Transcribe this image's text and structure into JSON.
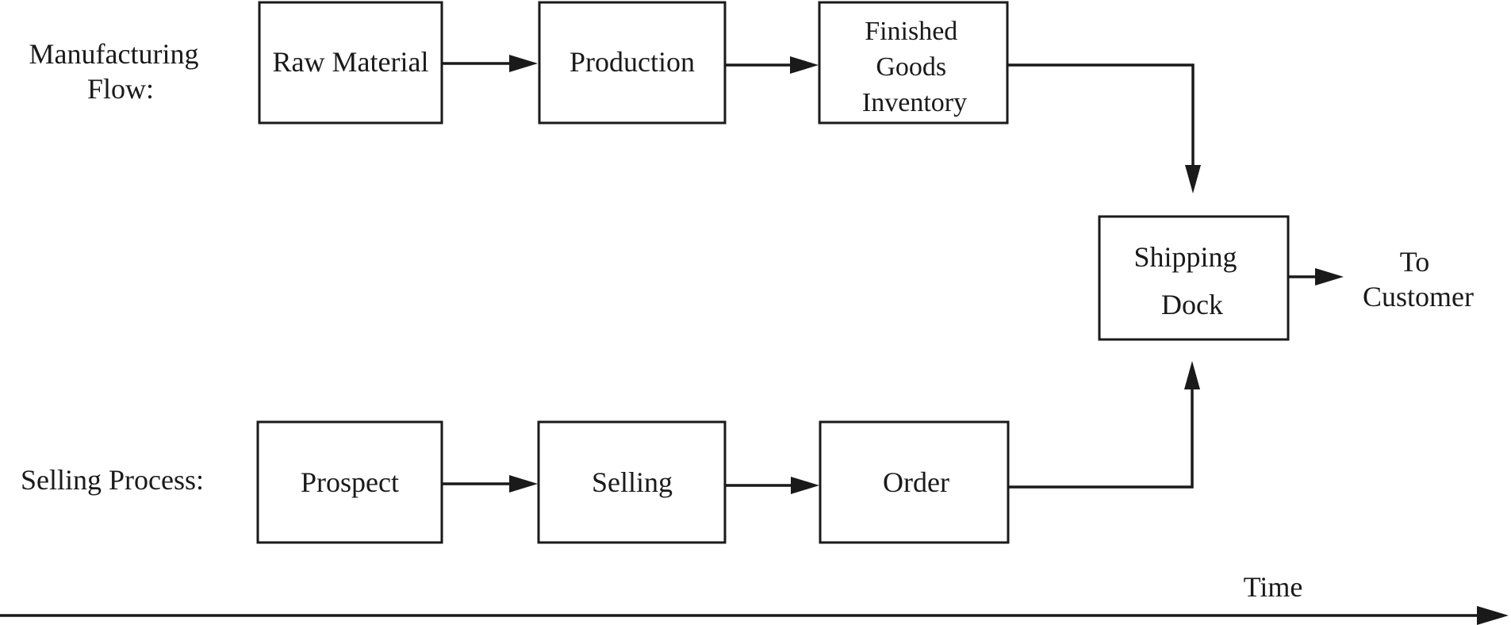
{
  "row_labels": {
    "manufacturing": [
      "Manufacturing",
      "Flow:"
    ],
    "selling": [
      "Selling Process:"
    ]
  },
  "boxes": {
    "raw_material": [
      "Raw Material"
    ],
    "production": [
      "Production"
    ],
    "finished_goods": [
      "Finished",
      "Goods",
      "Inventory"
    ],
    "shipping_dock": [
      "Shipping",
      "Dock"
    ],
    "prospect": [
      "Prospect"
    ],
    "selling": [
      "Selling"
    ],
    "order": [
      "Order"
    ]
  },
  "outputs": {
    "to_customer": [
      "To",
      "Customer"
    ]
  },
  "axis": {
    "time_label": "Time"
  }
}
